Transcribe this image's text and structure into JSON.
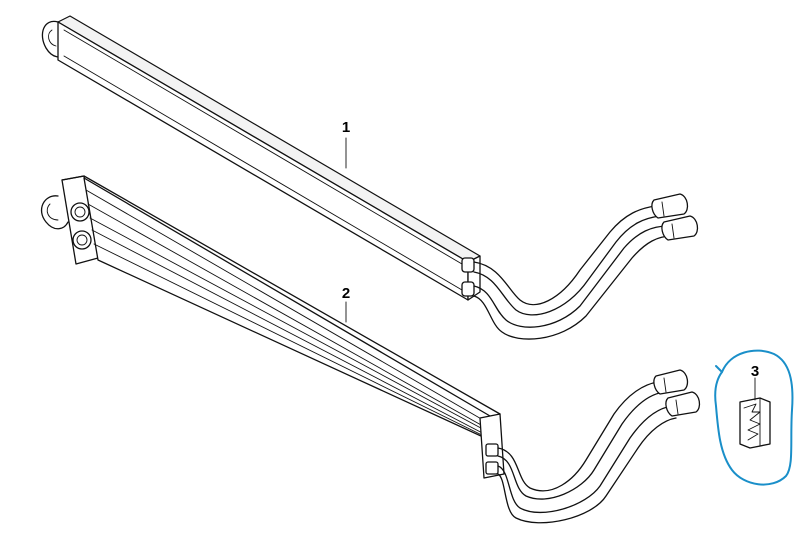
{
  "callouts": [
    {
      "id": "1",
      "label": "1"
    },
    {
      "id": "2",
      "label": "2"
    },
    {
      "id": "3",
      "label": "3"
    }
  ],
  "colors": {
    "line": "#111111",
    "background": "#ffffff",
    "highlight": "#1a8fc9"
  }
}
